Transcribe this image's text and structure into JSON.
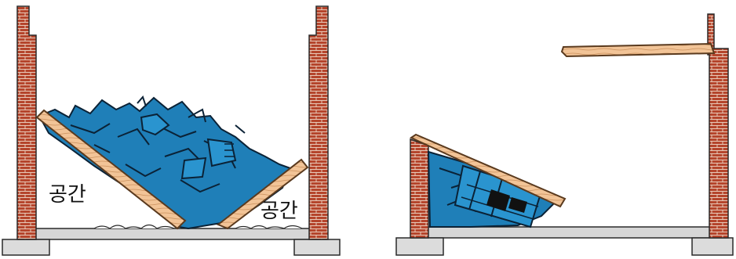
{
  "panels": [
    {
      "id": "v-shape-collapse",
      "void_labels": [
        "공간",
        "공간"
      ]
    },
    {
      "id": "lean-to-collapse",
      "void_labels": []
    }
  ],
  "colors": {
    "brick": "#b5452c",
    "mortar": "#e8c9b8",
    "timber": "#f2c497",
    "timber_outline": "#5a3a1e",
    "debris": "#1f7fb8",
    "debris_outline": "#0b2236",
    "floor": "#d6d6d6",
    "footing": "#dcdcdc",
    "outline": "#2a2a2a"
  }
}
